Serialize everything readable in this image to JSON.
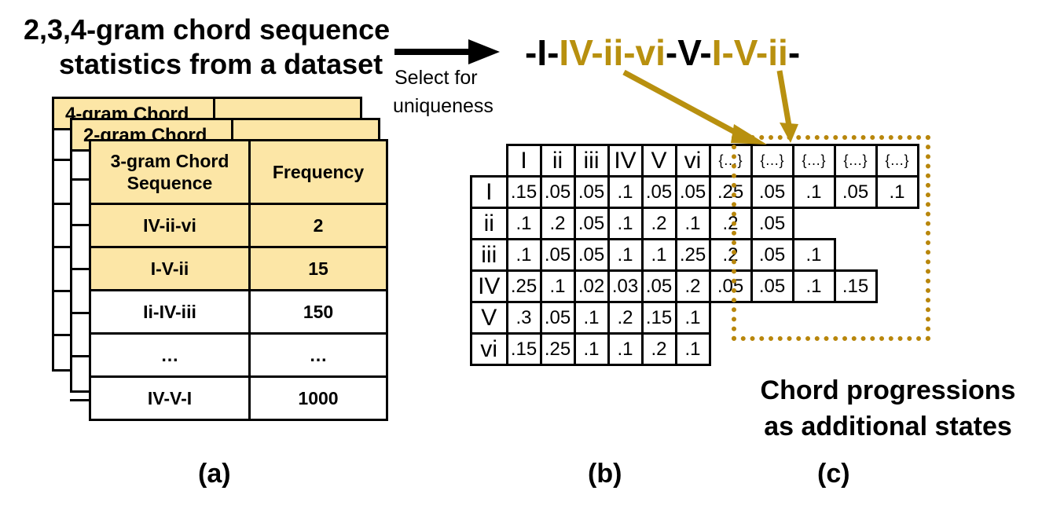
{
  "title_lines": [
    "2,3,4-gram chord sequence",
    "statistics from a dataset"
  ],
  "arrow_note": [
    "Select for",
    "uniqueness"
  ],
  "sequence": [
    {
      "text": "-I-",
      "highlight": false
    },
    {
      "text": "IV-ii-vi",
      "highlight": true
    },
    {
      "text": "-V-",
      "highlight": false
    },
    {
      "text": "I-V-ii",
      "highlight": true
    },
    {
      "text": "-",
      "highlight": false
    }
  ],
  "tables": {
    "back_titles": [
      "4-gram Chord",
      "2-gram Chord"
    ],
    "front": {
      "headers": [
        "3-gram Chord\nSequence",
        "Frequency"
      ],
      "rows": [
        {
          "sequence": "IV-ii-vi",
          "frequency": "2",
          "highlight": true
        },
        {
          "sequence": "I-V-ii",
          "frequency": "15",
          "highlight": true
        },
        {
          "sequence": "Ii-IV-iii",
          "frequency": "150",
          "highlight": false
        },
        {
          "sequence": "…",
          "frequency": "…",
          "highlight": false
        },
        {
          "sequence": "IV-V-I",
          "frequency": "1000",
          "highlight": false
        }
      ]
    }
  },
  "matrix": {
    "col_headers": [
      "I",
      "ii",
      "iii",
      "IV",
      "V",
      "vi"
    ],
    "extra_header": "{…}",
    "extra_count": 5,
    "rows": [
      {
        "label": "I",
        "values": [
          ".15",
          ".05",
          ".05",
          ".1",
          ".05",
          ".05"
        ],
        "extra": [
          ".25",
          ".05",
          ".1",
          ".05",
          ".1"
        ]
      },
      {
        "label": "ii",
        "values": [
          ".1",
          ".2",
          ".05",
          ".1",
          ".2",
          ".1"
        ],
        "extra": [
          ".2",
          ".05"
        ]
      },
      {
        "label": "iii",
        "values": [
          ".1",
          ".05",
          ".05",
          ".1",
          ".1",
          ".25"
        ],
        "extra": [
          ".2",
          ".05",
          ".1"
        ]
      },
      {
        "label": "IV",
        "values": [
          ".25",
          ".1",
          ".02",
          ".03",
          ".05",
          ".2"
        ],
        "extra": [
          ".05",
          ".05",
          ".1",
          ".15"
        ]
      },
      {
        "label": "V",
        "values": [
          ".3",
          ".05",
          ".1",
          ".2",
          ".15",
          ".1"
        ],
        "extra": []
      },
      {
        "label": "vi",
        "values": [
          ".15",
          ".25",
          ".1",
          ".1",
          ".2",
          ".1"
        ],
        "extra": []
      }
    ]
  },
  "caption_c": [
    "Chord progressions",
    "as additional states"
  ],
  "panel_labels": [
    "(a)",
    "(b)",
    "(c)"
  ],
  "colors": {
    "highlight_fill": "#fce6a6",
    "gold": "#b8900f"
  }
}
